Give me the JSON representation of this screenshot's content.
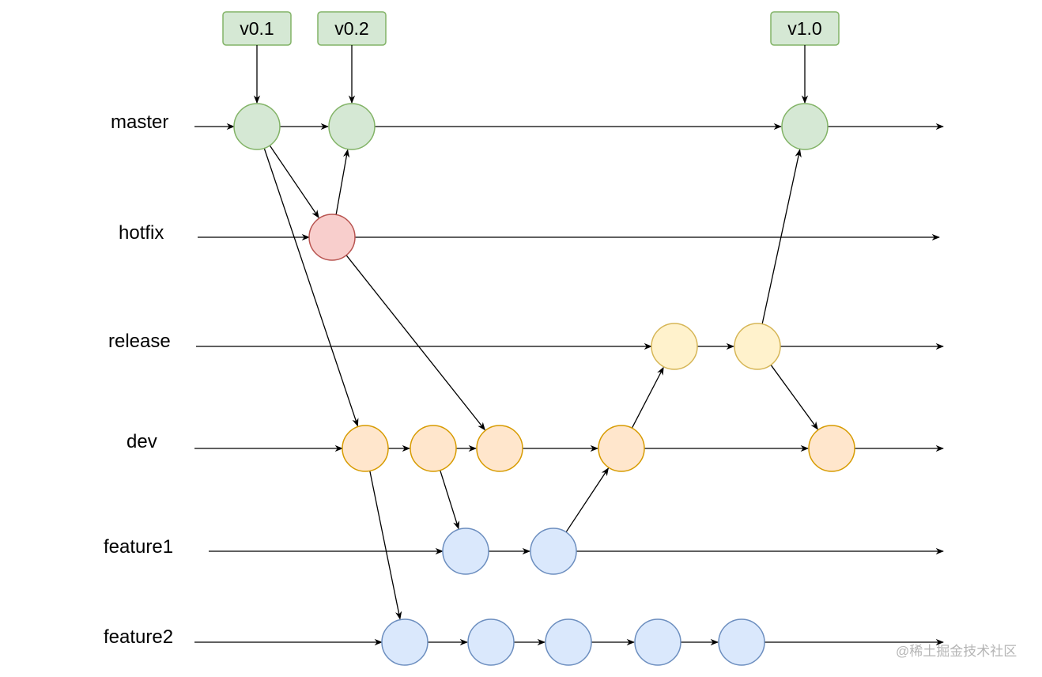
{
  "title": "Git branching model",
  "lanes": [
    {
      "id": "master",
      "label": "master"
    },
    {
      "id": "hotfix",
      "label": "hotfix"
    },
    {
      "id": "release",
      "label": "release"
    },
    {
      "id": "dev",
      "label": "dev"
    },
    {
      "id": "feature1",
      "label": "feature1"
    },
    {
      "id": "feature2",
      "label": "feature2"
    }
  ],
  "colors": {
    "master": {
      "fill": "#d5e8d4",
      "stroke": "#82b366"
    },
    "hotfix": {
      "fill": "#f8cecc",
      "stroke": "#b85450"
    },
    "release": {
      "fill": "#fff2cc",
      "stroke": "#d6b656"
    },
    "dev": {
      "fill": "#ffe6cc",
      "stroke": "#d79b00"
    },
    "feature1": {
      "fill": "#dae8fc",
      "stroke": "#6c8ebf"
    },
    "feature2": {
      "fill": "#dae8fc",
      "stroke": "#6c8ebf"
    },
    "tag": {
      "fill": "#d5e8d4",
      "stroke": "#82b366"
    }
  },
  "commits": [
    {
      "id": "m1",
      "lane": "master"
    },
    {
      "id": "m2",
      "lane": "master"
    },
    {
      "id": "m3",
      "lane": "master"
    },
    {
      "id": "h1",
      "lane": "hotfix"
    },
    {
      "id": "r1",
      "lane": "release"
    },
    {
      "id": "r2",
      "lane": "release"
    },
    {
      "id": "d1",
      "lane": "dev"
    },
    {
      "id": "d2",
      "lane": "dev"
    },
    {
      "id": "d3",
      "lane": "dev"
    },
    {
      "id": "d4",
      "lane": "dev"
    },
    {
      "id": "d5",
      "lane": "dev"
    },
    {
      "id": "f1a",
      "lane": "feature1"
    },
    {
      "id": "f1b",
      "lane": "feature1"
    },
    {
      "id": "f2a",
      "lane": "feature2"
    },
    {
      "id": "f2b",
      "lane": "feature2"
    },
    {
      "id": "f2c",
      "lane": "feature2"
    },
    {
      "id": "f2d",
      "lane": "feature2"
    },
    {
      "id": "f2e",
      "lane": "feature2"
    }
  ],
  "tags": [
    {
      "label": "v0.1",
      "commit": "m1"
    },
    {
      "label": "v0.2",
      "commit": "m2"
    },
    {
      "label": "v1.0",
      "commit": "m3"
    }
  ],
  "edges": [
    [
      "m1",
      "m2"
    ],
    [
      "m2",
      "m3"
    ],
    [
      "m1",
      "h1"
    ],
    [
      "h1",
      "m2"
    ],
    [
      "m1",
      "d1"
    ],
    [
      "h1",
      "d3"
    ],
    [
      "d1",
      "d2"
    ],
    [
      "d2",
      "d3"
    ],
    [
      "d3",
      "d4"
    ],
    [
      "d4",
      "d5"
    ],
    [
      "d2",
      "f1a"
    ],
    [
      "f1a",
      "f1b"
    ],
    [
      "f1b",
      "d4"
    ],
    [
      "d1",
      "f2a"
    ],
    [
      "f2a",
      "f2b"
    ],
    [
      "f2b",
      "f2c"
    ],
    [
      "f2c",
      "f2d"
    ],
    [
      "f2d",
      "f2e"
    ],
    [
      "d4",
      "r1"
    ],
    [
      "r1",
      "r2"
    ],
    [
      "r2",
      "m3"
    ],
    [
      "r2",
      "d5"
    ]
  ],
  "watermark": "@稀土掘金技术社区"
}
